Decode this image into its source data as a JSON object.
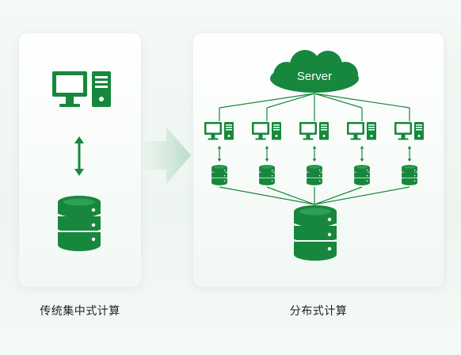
{
  "colors": {
    "accent": "#17873d",
    "accent_light": "#2e9f55",
    "arrow": "#cfe6d8"
  },
  "left": {
    "caption": "传统集中式计算",
    "icons": [
      "computer-icon",
      "bidirectional-arrow-icon",
      "database-icon"
    ]
  },
  "right": {
    "caption": "分布式计算",
    "server_label": "Server",
    "node_count": 5,
    "icons": [
      "cloud-icon",
      "computer-icon",
      "bidirectional-arrow-icon",
      "database-icon"
    ]
  }
}
